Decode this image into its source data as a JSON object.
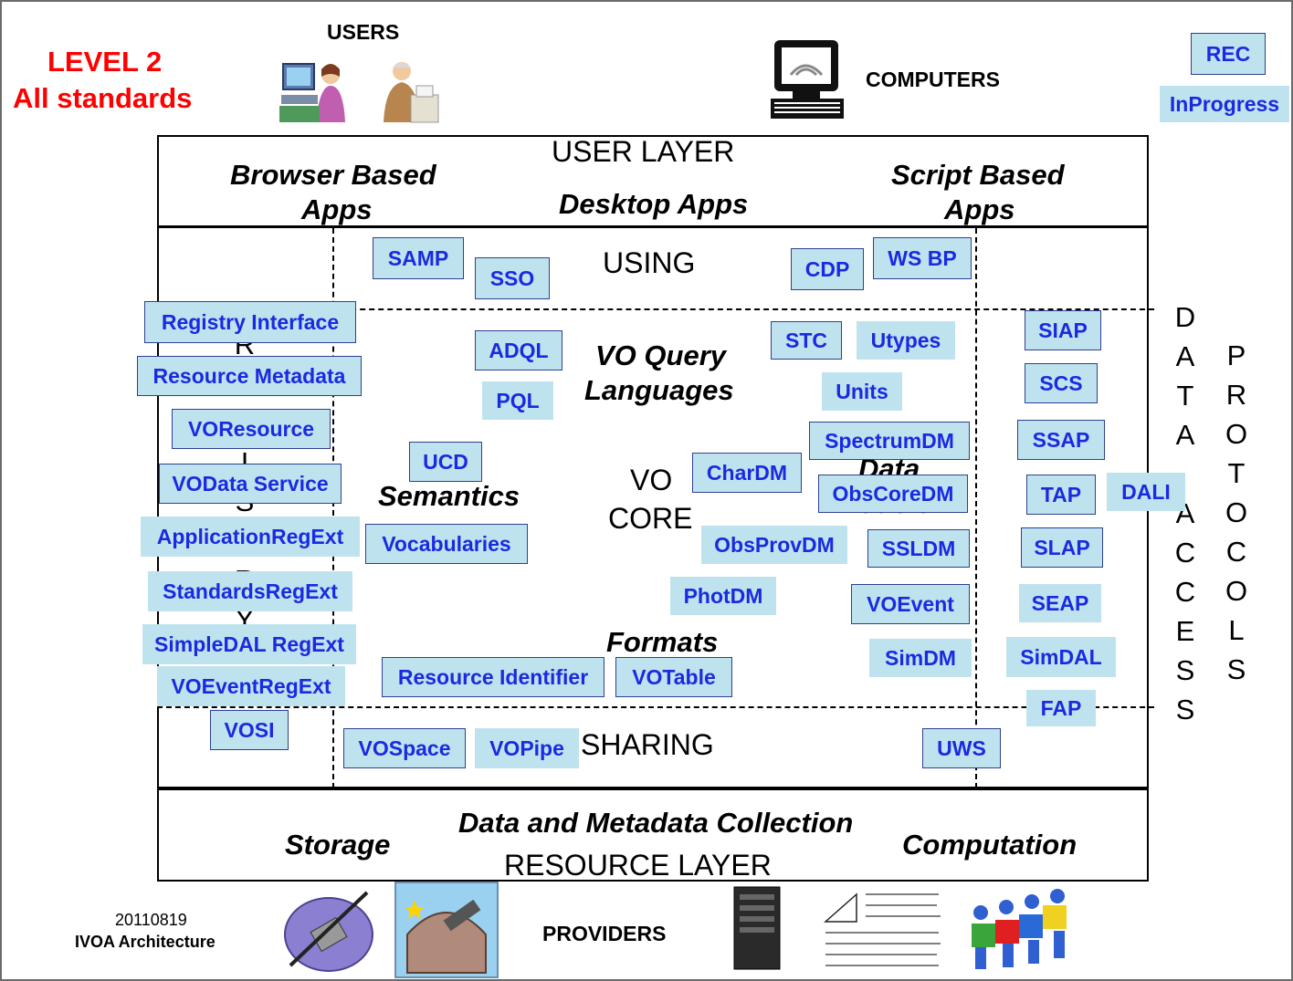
{
  "header": {
    "level": "LEVEL 2",
    "subtitle": "All standards",
    "users": "USERS",
    "computers": "COMPUTERS"
  },
  "legend": {
    "rec": "REC",
    "inprogress": "InProgress"
  },
  "layers": {
    "user_layer": "USER LAYER",
    "browser_apps_1": "Browser Based",
    "browser_apps_2": "Apps",
    "desktop_apps": "Desktop Apps",
    "script_apps_1": "Script Based",
    "script_apps_2": "Apps",
    "using": "USING",
    "vo_query_1": "VO Query",
    "vo_query_2": "Languages",
    "semantics": "Semantics",
    "vo_core_1": "VO",
    "vo_core_2": "CORE",
    "data_models_1": "Data",
    "data_models_2": "Models",
    "formats": "Formats",
    "sharing": "SHARING",
    "data_collection": "Data and Metadata Collection",
    "storage": "Storage",
    "computation": "Computation",
    "resource_layer": "RESOURCE LAYER",
    "registry_letters": [
      "R",
      "E",
      "G",
      "I",
      "S",
      "T",
      "R",
      "Y"
    ],
    "data_access_letters": [
      "D",
      "A",
      "T",
      "A",
      " ",
      "A",
      "C",
      "C",
      "E",
      "S",
      "S"
    ],
    "protocols_letters": [
      "P",
      "R",
      "O",
      "T",
      "O",
      "C",
      "O",
      "L",
      "S"
    ]
  },
  "standards": {
    "samp": "SAMP",
    "sso": "SSO",
    "cdp": "CDP",
    "wsbp": "WS BP",
    "registry_interface": "Registry Interface",
    "resource_metadata": "Resource Metadata",
    "voresource": "VOResource",
    "vodataservice": "VOData Service",
    "applicationregext": "ApplicationRegExt",
    "standardsregext": "StandardsRegExt",
    "simpledalregext": "SimpleDAL RegExt",
    "voeventregext": "VOEventRegExt",
    "vosi": "VOSI",
    "adql": "ADQL",
    "pql": "PQL",
    "ucd": "UCD",
    "vocabularies": "Vocabularies",
    "resource_identifier": "Resource Identifier",
    "votable": "VOTable",
    "stc": "STC",
    "utypes": "Utypes",
    "units": "Units",
    "spectrumdm": "SpectrumDM",
    "chardm": "CharDM",
    "obscoredm": "ObsCoreDM",
    "obsprovdm": "ObsProvDM",
    "ssldm": "SSLDM",
    "photdm": "PhotDM",
    "voevent": "VOEvent",
    "simdm": "SimDM",
    "siap": "SIAP",
    "scs": "SCS",
    "ssap": "SSAP",
    "tap": "TAP",
    "dali": "DALI",
    "slap": "SLAP",
    "seap": "SEAP",
    "simdal": "SimDAL",
    "fap": "FAP",
    "uws": "UWS",
    "vospace": "VOSpace",
    "vopipe": "VOPipe"
  },
  "footer": {
    "date": "20110819",
    "title": "IVOA Architecture",
    "providers": "PROVIDERS"
  },
  "colors": {
    "box_fill": "#bfe3ee",
    "box_border": "#2f3f8f",
    "box_text": "#1a2ae0",
    "accent_red": "#ff0000"
  }
}
